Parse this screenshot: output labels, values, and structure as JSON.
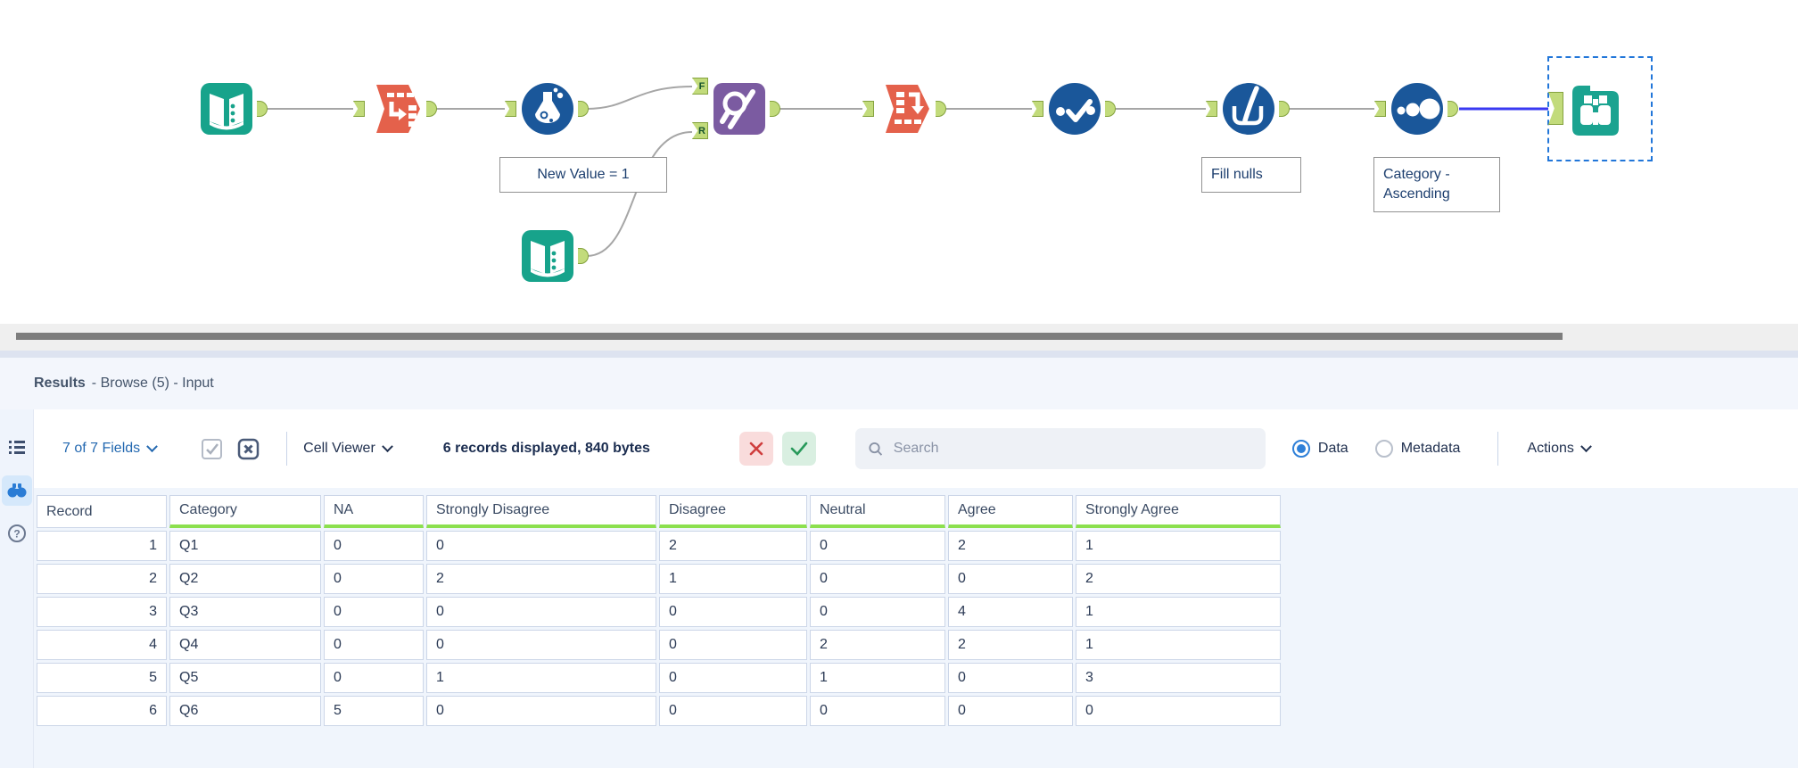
{
  "canvas": {
    "annotations": {
      "formula": "New Value = 1",
      "fill_nulls": "Fill nulls",
      "sort": "Category -\nAscending"
    },
    "anchor_labels": {
      "find": "F",
      "replace": "R"
    }
  },
  "results": {
    "title": "Results",
    "subtitle": "- Browse (5) - Input",
    "toolbar": {
      "fields": "7 of 7 Fields",
      "cell_viewer": "Cell Viewer",
      "records_info": "6 records displayed, 840 bytes",
      "search_placeholder": "Search",
      "radio_data": "Data",
      "radio_metadata": "Metadata",
      "actions": "Actions"
    },
    "table": {
      "headers": [
        "Record",
        "Category",
        "NA",
        "Strongly Disagree",
        "Disagree",
        "Neutral",
        "Agree",
        "Strongly Agree"
      ],
      "rows": [
        [
          "1",
          "Q1",
          "0",
          "0",
          "2",
          "0",
          "2",
          "1"
        ],
        [
          "2",
          "Q2",
          "0",
          "2",
          "1",
          "0",
          "0",
          "2"
        ],
        [
          "3",
          "Q3",
          "0",
          "0",
          "0",
          "0",
          "4",
          "1"
        ],
        [
          "4",
          "Q4",
          "0",
          "0",
          "0",
          "2",
          "2",
          "1"
        ],
        [
          "5",
          "Q5",
          "0",
          "1",
          "0",
          "1",
          "0",
          "3"
        ],
        [
          "6",
          "Q6",
          "5",
          "0",
          "0",
          "0",
          "0",
          "0"
        ]
      ]
    }
  }
}
